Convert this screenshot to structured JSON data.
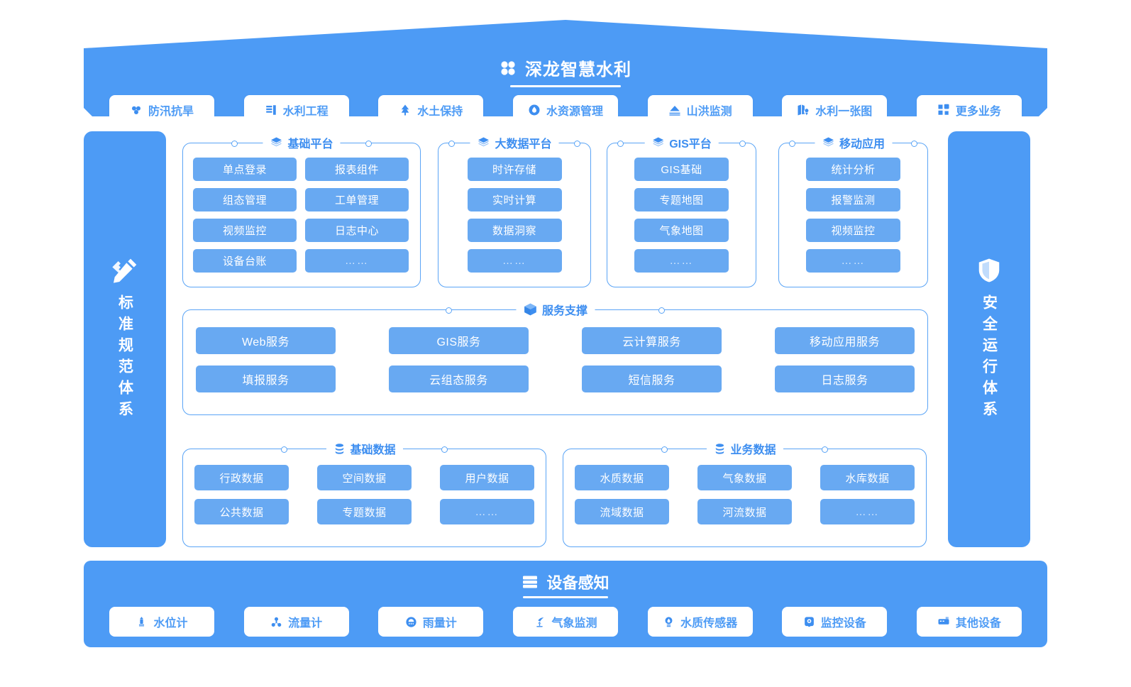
{
  "header": {
    "title": "深龙智慧水利",
    "logo_icon": "four-petal-icon",
    "nav": [
      {
        "label": "防汛抗旱",
        "icon": "flood-control-icon"
      },
      {
        "label": "水利工程",
        "icon": "dam-icon"
      },
      {
        "label": "水土保持",
        "icon": "tree-icon"
      },
      {
        "label": "水资源管理",
        "icon": "water-drop-circle-icon"
      },
      {
        "label": "山洪监测",
        "icon": "mountain-flood-icon"
      },
      {
        "label": "水利一张图",
        "icon": "map-pin-icon"
      },
      {
        "label": "更多业务",
        "icon": "grid-more-icon"
      }
    ]
  },
  "left_pillar": {
    "label": "标准规范体系",
    "icon": "ruler-pencil-icon"
  },
  "right_pillar": {
    "label": "安全运行体系",
    "icon": "shield-icon"
  },
  "platforms": [
    {
      "title": "基础平台",
      "icon": "layers-icon",
      "items": [
        "单点登录",
        "报表组件",
        "组态管理",
        "工单管理",
        "视频监控",
        "日志中心",
        "设备台账",
        "……"
      ]
    },
    {
      "title": "大数据平台",
      "icon": "layers-icon",
      "items": [
        "时许存储",
        "实时计算",
        "数据洞察",
        "……"
      ]
    },
    {
      "title": "GIS平台",
      "icon": "layers-icon",
      "items": [
        "GIS基础",
        "专题地图",
        "气象地图",
        "……"
      ]
    },
    {
      "title": "移动应用",
      "icon": "layers-icon",
      "items": [
        "统计分析",
        "报警监测",
        "视频监控",
        "……"
      ]
    }
  ],
  "services": {
    "title": "服务支撑",
    "icon": "cube-icon",
    "items": [
      "Web服务",
      "GIS服务",
      "云计算服务",
      "移动应用服务",
      "填报服务",
      "云组态服务",
      "短信服务",
      "日志服务"
    ]
  },
  "data_sections": [
    {
      "title": "基础数据",
      "icon": "database-icon",
      "items": [
        "行政数据",
        "空间数据",
        "用户数据",
        "公共数据",
        "专题数据",
        "……"
      ]
    },
    {
      "title": "业务数据",
      "icon": "database-icon",
      "items": [
        "水质数据",
        "气象数据",
        "水库数据",
        "流域数据",
        "河流数据",
        "……"
      ]
    }
  ],
  "devices": {
    "title": "设备感知",
    "icon": "server-rack-icon",
    "items": [
      {
        "label": "水位计",
        "icon": "water-level-gauge-icon"
      },
      {
        "label": "流量计",
        "icon": "flow-meter-icon"
      },
      {
        "label": "雨量计",
        "icon": "rain-gauge-icon"
      },
      {
        "label": "气象监测",
        "icon": "weather-station-icon"
      },
      {
        "label": "水质传感器",
        "icon": "water-quality-sensor-icon"
      },
      {
        "label": "监控设备",
        "icon": "camera-icon"
      },
      {
        "label": "其他设备",
        "icon": "other-device-icon"
      }
    ]
  },
  "colors": {
    "brand_blue": "#4d9bf5",
    "cell_blue": "#68a9f2",
    "border_blue": "#5aa4f6",
    "title_blue": "#3d8ef0",
    "white": "#ffffff"
  }
}
